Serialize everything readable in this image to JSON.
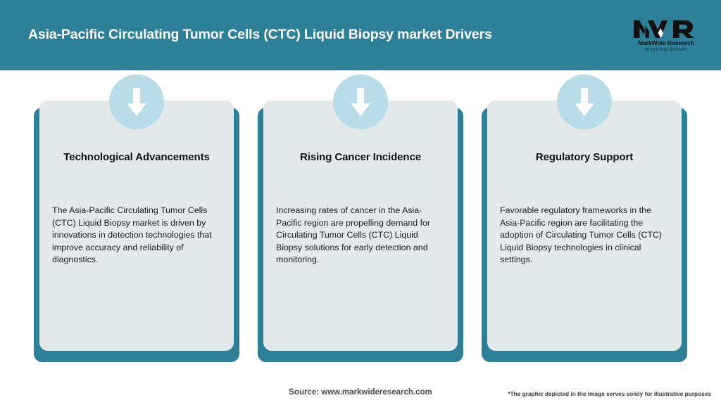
{
  "header": {
    "title": "Asia-Pacific Circulating Tumor Cells (CTC) Liquid Biopsy market Drivers",
    "bg_color": "#2e8099",
    "title_color": "#ffffff",
    "logo": {
      "mark": "MWR",
      "name": "MarkWide Research",
      "tagline": "Inspiring Growth"
    }
  },
  "theme": {
    "page_bg": "#ffffff",
    "accent_teal": "#2e8099",
    "card_bg": "#e4e9eb",
    "circle_blue": "#b8dce8",
    "arrow_color": "#ffffff",
    "title_text": "#111111",
    "body_text": "#1a1a1a"
  },
  "cards": [
    {
      "icon": "down-arrow-icon",
      "title": "Technological Advancements",
      "body": "The Asia-Pacific Circulating Tumor Cells (CTC) Liquid Biopsy market is driven by innovations in detection technologies that improve accuracy and reliability of diagnostics."
    },
    {
      "icon": "down-arrow-icon",
      "title": "Rising Cancer Incidence",
      "body": "Increasing rates of cancer in the Asia-Pacific region are propelling demand for Circulating Tumor Cells (CTC) Liquid Biopsy solutions for early detection and monitoring."
    },
    {
      "icon": "down-arrow-icon",
      "title": "Regulatory Support",
      "body": "Favorable regulatory frameworks in the Asia-Pacific region are facilitating the adoption of Circulating Tumor Cells (CTC) Liquid Biopsy technologies in clinical settings."
    }
  ],
  "footer": {
    "source": "Source: www.markwideresearch.com",
    "disclaimer": "*The graphic depicted in the image serves solely for illustrative purposes"
  }
}
